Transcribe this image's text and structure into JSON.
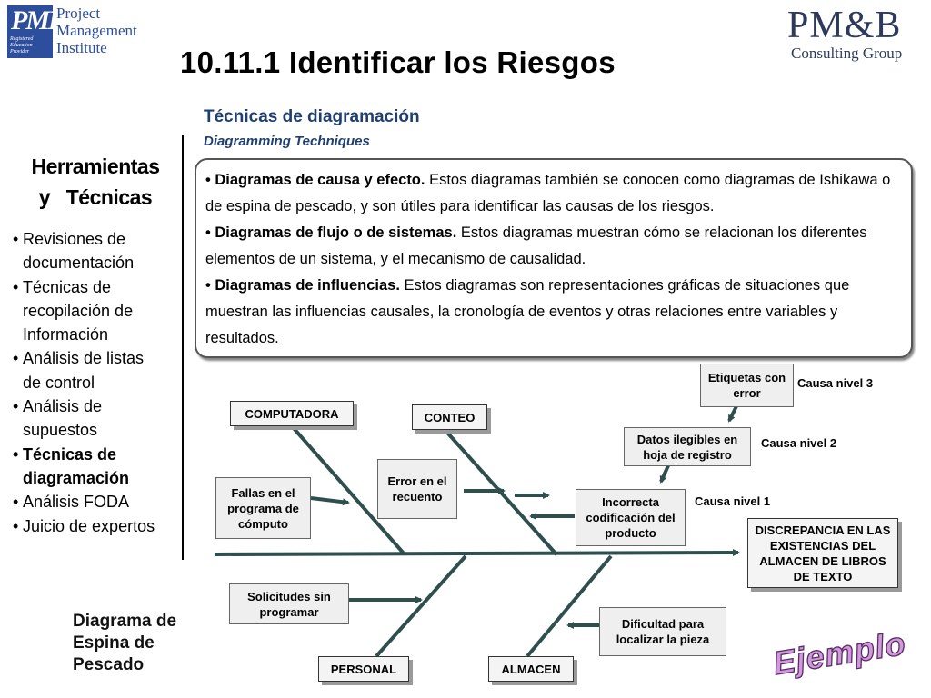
{
  "header": {
    "pmi_logo": {
      "mark": "PMI",
      "sub_lines": [
        "Registered",
        "Education",
        "Provider"
      ],
      "text_lines": [
        "Project",
        "Management",
        "Institute"
      ]
    },
    "pmb_logo": {
      "big": "PM&B",
      "small": "Consulting Group"
    },
    "title": "10.11.1 Identificar los Riesgos",
    "subtitle": "Técnicas de diagramación",
    "subtitle_en": "Diagramming Techniques"
  },
  "sidebar": {
    "heading_line1": "Herramientas",
    "heading_line2": "y   Técnicas",
    "items": [
      {
        "lines": [
          "Revisiones de",
          "documentación"
        ],
        "bold": false
      },
      {
        "lines": [
          "Técnicas de",
          "recopilación de",
          "Información"
        ],
        "bold": false
      },
      {
        "lines": [
          "Análisis de listas",
          "de control"
        ],
        "bold": false
      },
      {
        "lines": [
          "Análisis de",
          "supuestos"
        ],
        "bold": false
      },
      {
        "lines": [
          "Técnicas de",
          "diagramación"
        ],
        "bold": true
      },
      {
        "lines": [
          "Análisis FODA"
        ],
        "bold": false
      },
      {
        "lines": [
          "Juicio de expertos"
        ],
        "bold": false
      }
    ]
  },
  "description": [
    {
      "bold": "• Diagramas de causa y efecto.",
      "text": " Estos diagramas también se conocen como diagramas de Ishikawa o de espina de pescado, y son útiles para identificar las causas de los riesgos."
    },
    {
      "bold": "• Diagramas de flujo o de sistemas.",
      "text": " Estos diagramas muestran cómo se relacionan los diferentes elementos de un sistema, y el mecanismo de causalidad."
    },
    {
      "bold": "• Diagramas de influencias.",
      "text": " Estos diagramas son representaciones gráficas de situaciones que muestran las influencias causales, la cronología de eventos y otras relaciones entre variables y resultados."
    }
  ],
  "diagram": {
    "categories": {
      "computadora": "COMPUTADORA",
      "conteo": "CONTEO",
      "personal": "PERSONAL",
      "almacen": "ALMACEN"
    },
    "causes": {
      "fallas": "Fallas en el programa de cómputo",
      "error": "Error en el recuento",
      "incorrecta": "Incorrecta codificación del producto",
      "datos": "Datos ilegibles en hoja de registro",
      "etiquetas": "Etiquetas con error",
      "solicitudes": "Solicitudes sin programar",
      "dificultad": "Dificultad para localizar la pieza"
    },
    "effect": "DISCREPANCIA EN LAS EXISTENCIAS DEL ALMACEN DE LIBROS DE TEXTO",
    "levels": {
      "nivel1": "Causa nivel 1",
      "nivel2": "Causa nivel 2",
      "nivel3": "Causa nivel 3"
    },
    "colors": {
      "line": "#2f4f4f",
      "box_bg": "#efefef"
    }
  },
  "footer": {
    "label_lines": [
      "Diagrama de",
      "Espina de",
      "Pescado"
    ],
    "stamp": "Ejemplo"
  }
}
